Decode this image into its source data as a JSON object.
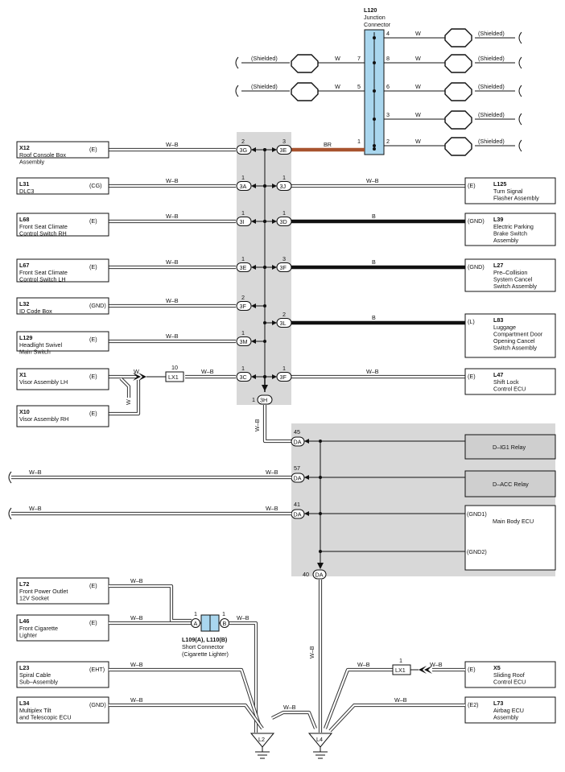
{
  "wire_colors": {
    "white_black": "W–B",
    "white": "W",
    "black": "B",
    "brown": "BR"
  },
  "colors": {
    "junction_blue": "#a9d6ee",
    "brown_wire": "#a8532f",
    "shaded_area": "#d8d8d8"
  },
  "junction_connector": {
    "code": "L120",
    "name_line1": "Junction",
    "name_line2": "Connector",
    "pins": [
      "4",
      "7",
      "8",
      "5",
      "6",
      "3",
      "1",
      "2"
    ]
  },
  "shielded": {
    "label": "(Shielded)"
  },
  "left_components": [
    {
      "code": "X12",
      "name": [
        "Roof Console Box",
        "Assembly"
      ],
      "terminal": "(E)",
      "pin": "2",
      "conn": "3G"
    },
    {
      "code": "L31",
      "name": [
        "DLC3"
      ],
      "terminal": "(CG)",
      "pin": "1",
      "conn": "3A"
    },
    {
      "code": "L68",
      "name": [
        "Front Seat Climate",
        "Control Switch RH"
      ],
      "terminal": "(E)",
      "pin": "1",
      "conn": "3I"
    },
    {
      "code": "L67",
      "name": [
        "Front Seat Climate",
        "Control Switch LH"
      ],
      "terminal": "(E)",
      "pin": "1",
      "conn": "3E"
    },
    {
      "code": "L32",
      "name": [
        "ID Code Box"
      ],
      "terminal": "(GND)",
      "pin": "2",
      "conn": "3F"
    },
    {
      "code": "L129",
      "name": [
        "Headlight Swivel",
        "Main Switch"
      ],
      "terminal": "(E)",
      "pin": "1",
      "conn": "3M"
    },
    {
      "code": "X1",
      "name": [
        "Visor Assembly LH"
      ],
      "terminal": "(E)",
      "pin": "1",
      "conn": "3C"
    },
    {
      "code": "X10",
      "name": [
        "Visor Assembly RH"
      ],
      "terminal": "(E)"
    }
  ],
  "right_conns": [
    {
      "pin": "3",
      "conn": "3E",
      "wire": "BR"
    },
    {
      "pin": "1",
      "conn": "3J",
      "wire": "W–B"
    },
    {
      "pin": "1",
      "conn": "3D",
      "wire": "B"
    },
    {
      "pin": "3",
      "conn": "3F",
      "wire": "B"
    },
    {
      "pin": "2",
      "conn": "3L",
      "wire": "B"
    },
    {
      "pin": "1",
      "conn": "3F",
      "wire": "W–B"
    }
  ],
  "right_components": [
    {
      "code": "L125",
      "name": [
        "Turn Signal",
        "Flasher Assembly"
      ],
      "terminal": "(E)"
    },
    {
      "code": "L39",
      "name": [
        "Electric Parking",
        "Brake Switch",
        "Assembly"
      ],
      "terminal": "(GND)"
    },
    {
      "code": "L27",
      "name": [
        "Pre–Collision",
        "System Cancel",
        "Switch Assembly"
      ],
      "terminal": "(GND)"
    },
    {
      "code": "L83",
      "name": [
        "Luggage",
        "Compartment Door",
        "Opening Cancel",
        "Switch Assembly"
      ],
      "terminal": "(L)"
    },
    {
      "code": "L47",
      "name": [
        "Shift Lock",
        "Control ECU"
      ],
      "terminal": "(E)"
    }
  ],
  "lx1": {
    "label": "LX1",
    "pin": "10"
  },
  "lx1_b": {
    "label": "LX1",
    "pin": "1"
  },
  "bottom_conn": {
    "pin": "1",
    "conn": "3H"
  },
  "ecu": {
    "relay1": "D–IG1 Relay",
    "relay2": "D–ACC Relay",
    "main": "Main Body ECU",
    "gnd1": "(GND1)",
    "gnd2": "(GND2)",
    "pins": [
      {
        "pin": "45",
        "conn": "DA"
      },
      {
        "pin": "57",
        "conn": "DA"
      },
      {
        "pin": "41",
        "conn": "DA"
      },
      {
        "pin": "40",
        "conn": "DA"
      }
    ]
  },
  "bottom_left_components": [
    {
      "code": "L72",
      "name": [
        "Front Power Outlet",
        "12V Socket"
      ],
      "terminal": "(E)"
    },
    {
      "code": "L46",
      "name": [
        "Front Cigarette",
        "Lighter"
      ],
      "terminal": "(E)"
    },
    {
      "code": "L23",
      "name": [
        "Spiral Cable",
        "Sub–Assembly"
      ],
      "terminal": "(EHT)"
    },
    {
      "code": "L34",
      "name": [
        "Multiplex Tilt",
        "and Telescopic ECU"
      ],
      "terminal": "(GND)"
    }
  ],
  "short_connector": {
    "title": "L109(A), L110(B)",
    "line2": "Short Connector",
    "line3": "(Cigarette Lighter)",
    "pin_a": "A",
    "pin_b": "B",
    "n1": "1",
    "n2": "1"
  },
  "bottom_right_components": [
    {
      "code": "X5",
      "name": [
        "Sliding Roof",
        "Control ECU"
      ],
      "terminal": "(E)"
    },
    {
      "code": "L73",
      "name": [
        "Airbag ECU",
        "Assembly"
      ],
      "terminal": "(E2)"
    }
  ],
  "grounds": {
    "l2": "L2",
    "l4": "L4"
  }
}
